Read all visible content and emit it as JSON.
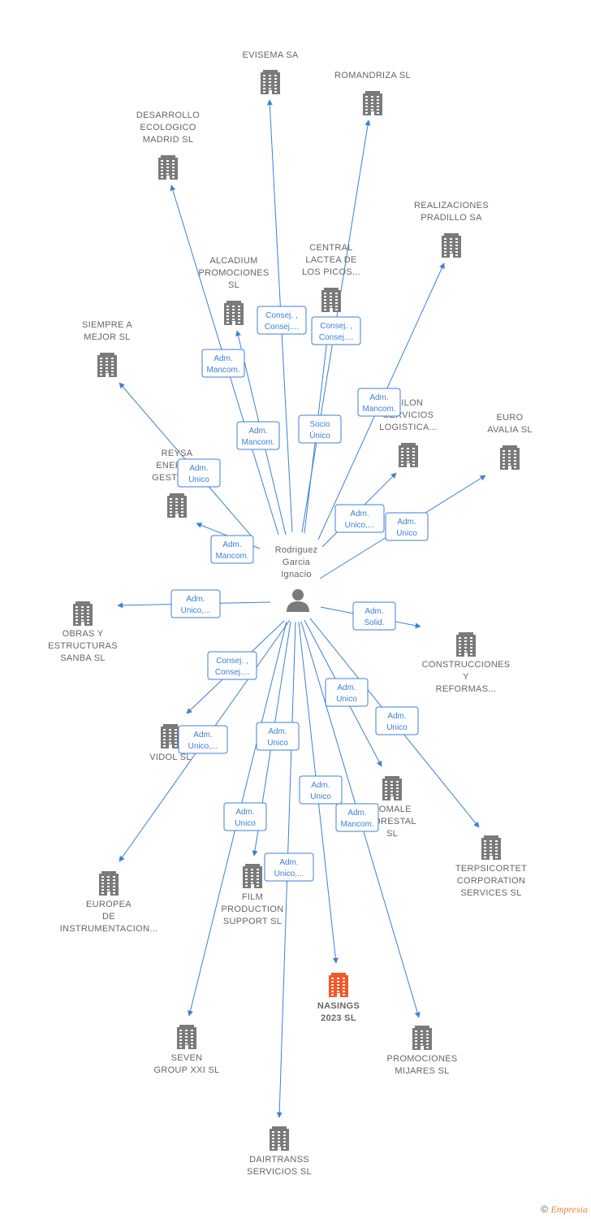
{
  "center": {
    "name_lines": [
      "Rodriguez",
      "Garcia",
      "Ignacio"
    ],
    "icon": "person-icon"
  },
  "colors": {
    "edge": "#3d7fd8",
    "building": "#7a7a7a",
    "highlight": "#f05a28",
    "label": "#666666"
  },
  "companies": [
    {
      "id": "evisema",
      "lines": [
        "EVISEMA SA"
      ]
    },
    {
      "id": "romandriza",
      "lines": [
        "ROMANDRIZA SL"
      ]
    },
    {
      "id": "desarrollo",
      "lines": [
        "DESARROLLO",
        "ECOLOGICO",
        "MADRID  SL"
      ]
    },
    {
      "id": "realizaciones",
      "lines": [
        "REALIZACIONES",
        "PRADILLO SA"
      ]
    },
    {
      "id": "central",
      "lines": [
        "CENTRAL",
        "LACTEA DE",
        "LOS PICOS..."
      ]
    },
    {
      "id": "alcadium",
      "lines": [
        "ALCADIUM",
        "PROMOCIONES",
        "SL"
      ]
    },
    {
      "id": "siempre",
      "lines": [
        "SIEMPRE A",
        "MEJOR SL"
      ]
    },
    {
      "id": "milon",
      "lines": [
        "MILON",
        "SERVICIOS",
        "LOGISTICA..."
      ]
    },
    {
      "id": "euro",
      "lines": [
        "EURO",
        "AVALIA  SL"
      ]
    },
    {
      "id": "reysa",
      "lines": [
        "REYSA",
        "ENERGIA",
        "GESTION..."
      ]
    },
    {
      "id": "obras",
      "lines": [
        "OBRAS Y",
        "ESTRUCTURAS",
        "SANBA  SL"
      ]
    },
    {
      "id": "construcciones",
      "lines": [
        "CONSTRUCCIONES",
        "Y",
        "REFORMAS..."
      ]
    },
    {
      "id": "vidol",
      "lines": [
        "VIDOL SL"
      ]
    },
    {
      "id": "komale",
      "lines": [
        "KOMALE",
        "FORESTAL",
        "SL"
      ]
    },
    {
      "id": "terpsicortet",
      "lines": [
        "TERPSICORTET",
        "CORPORATION",
        "SERVICES  SL"
      ]
    },
    {
      "id": "europea",
      "lines": [
        "EUROPEA",
        "DE",
        "INSTRUMENTACION..."
      ]
    },
    {
      "id": "film",
      "lines": [
        "FILM",
        "PRODUCTION",
        "SUPPORT  SL"
      ]
    },
    {
      "id": "nasings",
      "lines": [
        "NASINGS",
        "2023  SL"
      ],
      "highlight": true
    },
    {
      "id": "seven",
      "lines": [
        "SEVEN",
        "GROUP XXI  SL"
      ]
    },
    {
      "id": "promociones",
      "lines": [
        "PROMOCIONES",
        "MIJARES SL"
      ]
    },
    {
      "id": "dairtranss",
      "lines": [
        "DAIRTRANSS",
        "SERVICIOS SL"
      ]
    }
  ],
  "relations": [
    {
      "to": "evisema",
      "label": [
        "Consej. ,",
        "Consej...."
      ]
    },
    {
      "to": "romandriza",
      "label": [
        "Consej. ,",
        "Consej...."
      ]
    },
    {
      "to": "desarrollo",
      "label": [
        "Adm.",
        "Mancom."
      ]
    },
    {
      "to": "realizaciones",
      "label": [
        "Adm.",
        "Mancom."
      ]
    },
    {
      "to": "central",
      "label": [
        "Socio",
        "Único"
      ]
    },
    {
      "to": "alcadium",
      "label": [
        "Adm.",
        "Mancom."
      ]
    },
    {
      "to": "siempre",
      "label": [
        "Adm.",
        "Unico"
      ]
    },
    {
      "to": "milon",
      "label": [
        "Adm.",
        "Unico,..."
      ]
    },
    {
      "to": "euro",
      "label": [
        "Adm.",
        "Unico"
      ]
    },
    {
      "to": "reysa",
      "label": [
        "Adm.",
        "Mancom."
      ]
    },
    {
      "to": "obras",
      "label": [
        "Adm.",
        "Unico,..."
      ]
    },
    {
      "to": "construcciones",
      "label": [
        "Adm.",
        "Solid."
      ]
    },
    {
      "to": "vidol",
      "label": [
        "Consej. ,",
        "Consej...."
      ]
    },
    {
      "to": "komale",
      "label": [
        "Adm.",
        "Unico"
      ]
    },
    {
      "to": "terpsicortet",
      "label": [
        "Adm.",
        "Unico"
      ]
    },
    {
      "to": "europea",
      "label": [
        "Adm.",
        "Unico,..."
      ]
    },
    {
      "to": "film",
      "label": [
        "Adm.",
        "Unico"
      ]
    },
    {
      "to": "nasings",
      "label": [
        "Adm.",
        "Unico"
      ]
    },
    {
      "to": "seven",
      "label": [
        "Adm.",
        "Unico"
      ]
    },
    {
      "to": "promociones",
      "label": [
        "Adm.",
        "Mancom."
      ]
    },
    {
      "to": "dairtranss",
      "label": [
        "Adm.",
        "Unico,..."
      ]
    }
  ],
  "footer": {
    "copyright": "©",
    "brand": "Empresia"
  }
}
